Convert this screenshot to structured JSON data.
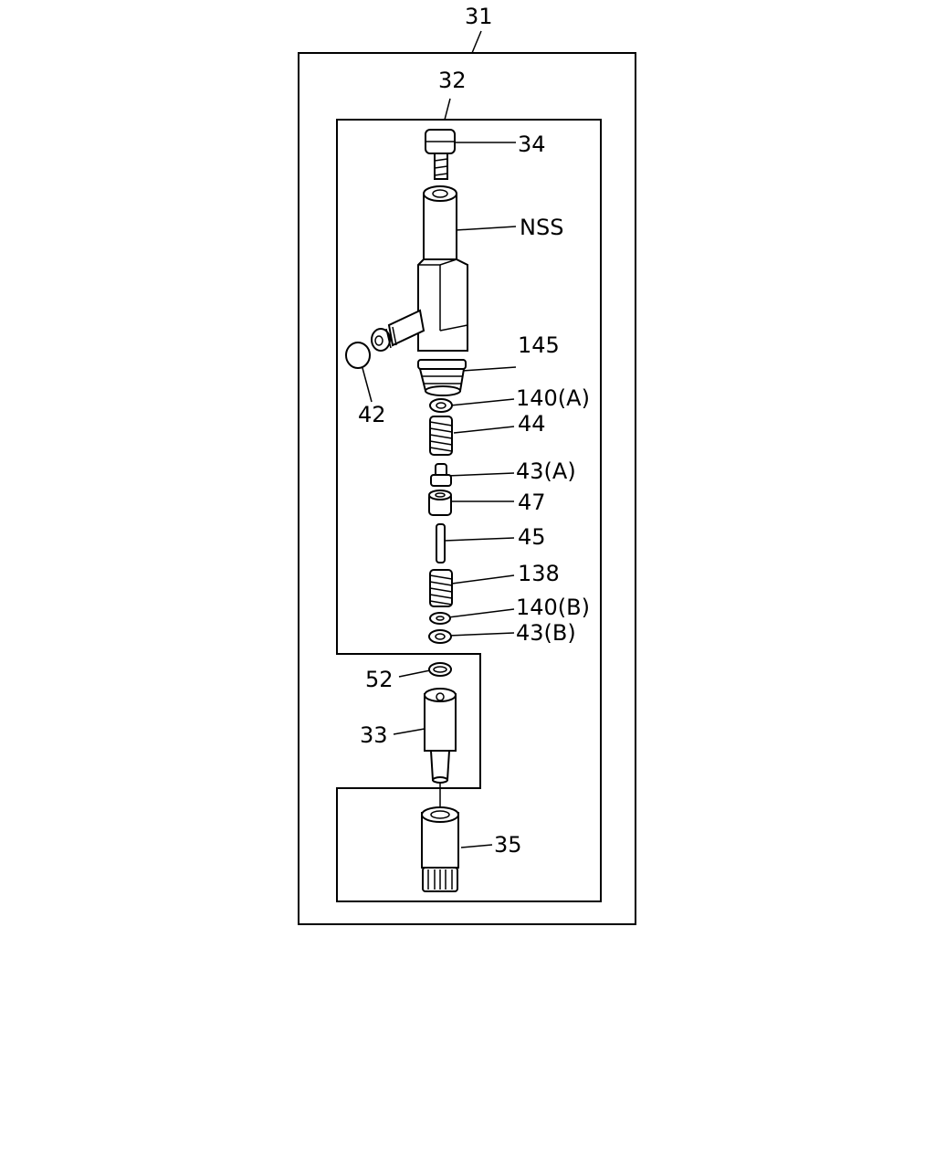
{
  "diagram": {
    "colors": {
      "ink": "#000000",
      "paper": "#ffffff"
    },
    "labels": {
      "p31": "31",
      "p32": "32",
      "p34": "34",
      "nss": "NSS",
      "p145": "145",
      "p42": "42",
      "p140a": "140(A)",
      "p44": "44",
      "p43a": "43(A)",
      "p47": "47",
      "p45": "45",
      "p138": "138",
      "p140b": "140(B)",
      "p43b": "43(B)",
      "p52": "52",
      "p33": "33",
      "p35": "35"
    }
  }
}
